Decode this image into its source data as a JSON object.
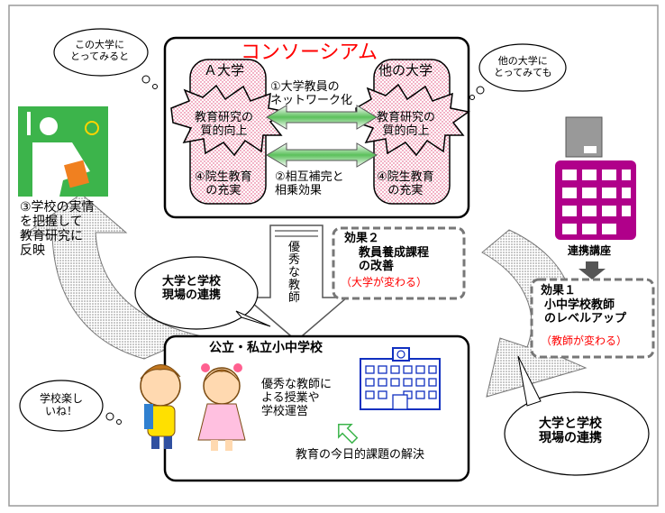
{
  "consortium": {
    "title": "コンソーシアム",
    "univ_a": "Ａ大学",
    "univ_other": "他の大学",
    "quality_a": "教育研究の\n質的向上",
    "quality_other": "教育研究の\n質的向上",
    "grad_a": "④院生教育\nの充実",
    "grad_other": "④院生教育\nの充実",
    "network": "①大学教員の\nネットワーク化",
    "mutual": "②相互補完と\n相乗効果"
  },
  "thought_left": "この大学に\nとってみると",
  "thought_right": "他の大学に\nとってみても",
  "school_reflect": "③学校の実情\nを把握して\n教育研究に\n反映",
  "link_left": "大学と学校\n現場の連携",
  "link_right": "大学と学校\n現場の連携",
  "down_arrow": "優\n秀\nな\n教\n師",
  "effect2": {
    "title": "効果２",
    "body": "教員養成課程\nの改善",
    "note": "（大学が変わる）"
  },
  "effect1": {
    "title": "効果１",
    "body": "小中学校教師\nのレベルアップ",
    "note": "（教師が変わる）"
  },
  "renkei": "連携講座",
  "school": {
    "title": "公立・私立小中学校",
    "good_teacher": "優秀な教師に\nよる授業や\n学校運営",
    "solution": "教育の今日的課題の解決"
  },
  "thought_kids": "学校楽し\nいね！",
  "colors": {
    "red": "#ff0000",
    "green": "#3cb44b",
    "magenta": "#b0008a",
    "blue": "#1030c0"
  }
}
